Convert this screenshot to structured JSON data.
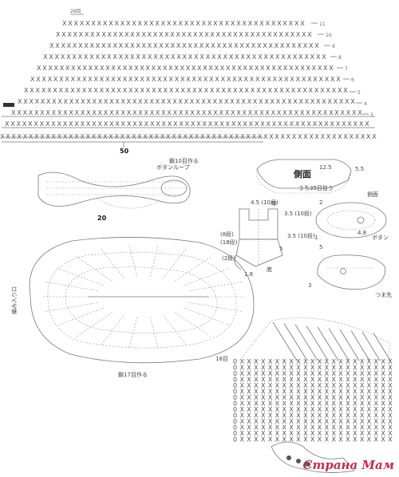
{
  "top_chart": {
    "row_label": "28目",
    "row_numbers": [
      "11",
      "10",
      "9",
      "8",
      "7",
      "6",
      "5",
      "4",
      "3"
    ],
    "stitch_count_label": "50"
  },
  "bow_chart": {
    "annotations": [
      "ボタンループ",
      "鎖10目作る"
    ],
    "stitch_count_label": "20"
  },
  "sole_chart": {
    "start_label": "鎖17目作る",
    "side_label": "編み入り口",
    "end_label": "18目"
  },
  "side_diagram": {
    "title": "側面",
    "labels": [
      "12.5",
      "5.5",
      "うち35目拾う"
    ]
  },
  "assembly_diagram": {
    "labels": [
      "4.5 (10段)",
      "3.5 (10段)",
      "3.5 (10段)",
      "(8段)",
      "(18段)",
      "(2段)",
      "1.8",
      "5",
      "甲",
      "底"
    ]
  },
  "views_diagram": {
    "labels": [
      "側面",
      "ボタン",
      "4.8",
      "2",
      "5",
      "1",
      "3",
      "つま先"
    ]
  },
  "watermark": "Страна Мам"
}
